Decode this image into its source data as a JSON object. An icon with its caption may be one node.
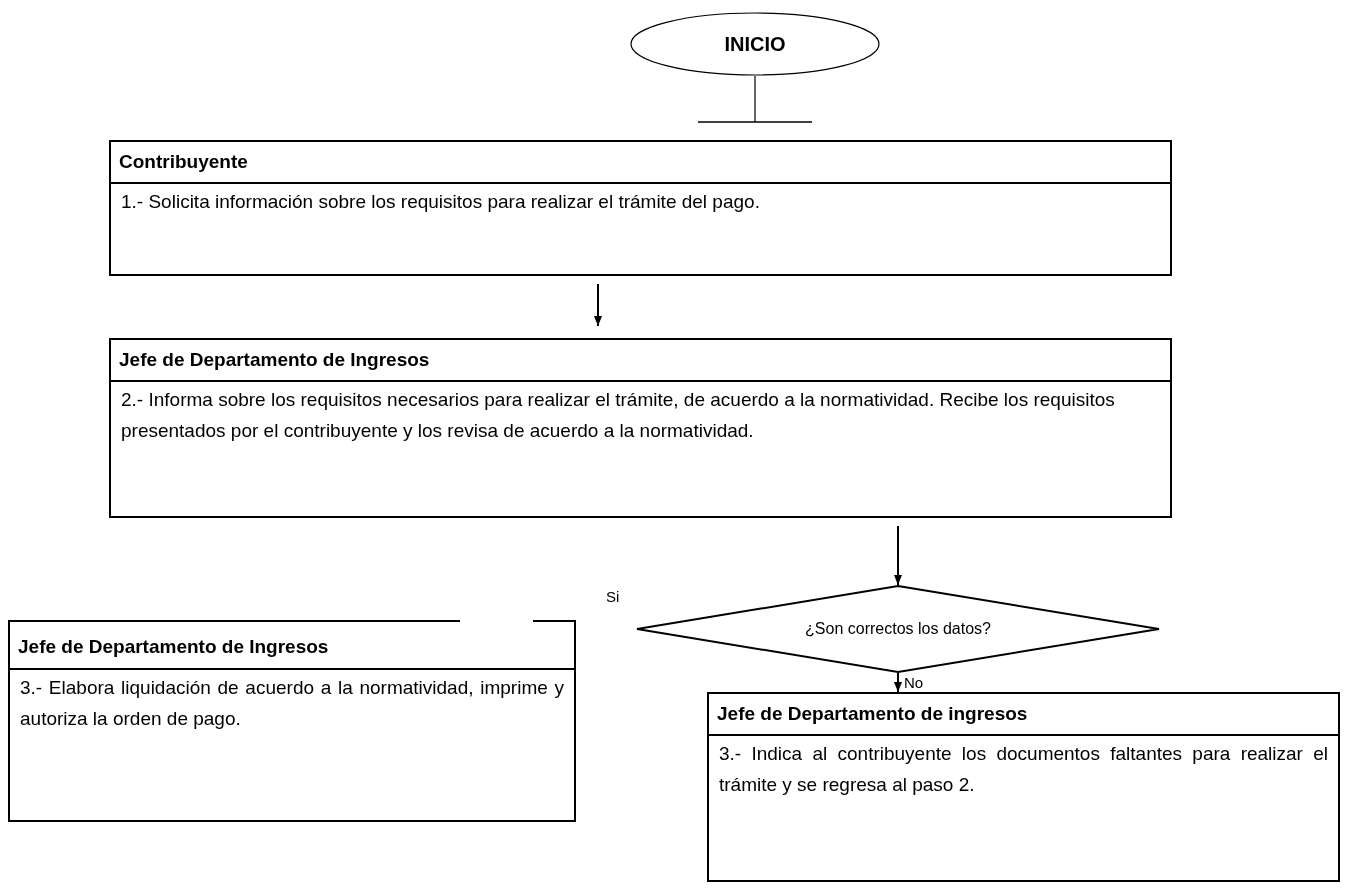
{
  "diagram": {
    "nodes": [
      {
        "text": [
          "INICIO"
        ]
      },
      {
        "text": [
          "Contribuyente",
          "1.- Solicita información sobre los requisitos para realizar el trámite del pago."
        ]
      },
      {
        "text": [
          "Jefe de Departamento de Ingresos",
          "2.- Informa sobre los requisitos necesarios para realizar el trámite, de acuerdo a la normatividad. Recibe los requisitos presentados por el contribuyente y los revisa de acuerdo a la normatividad."
        ]
      },
      {
        "text": [
          "¿Son correctos los datos?"
        ]
      },
      {
        "text": [
          "Jefe de Departamento de Ingresos",
          "3.- Elabora liquidación de acuerdo a la normatividad, imprime y autoriza la orden de pago."
        ]
      },
      {
        "text": [
          "Jefe de Departamento de ingresos",
          "3.- Indica al contribuyente los documentos faltantes para realizar el trámite y se regresa al paso 2."
        ]
      }
    ],
    "edges": [
      {
        "from": 0,
        "to": 1,
        "arrow": "other"
      },
      {
        "from": 1,
        "to": 2,
        "arrow": "to"
      },
      {
        "from": 2,
        "to": 3,
        "arrow": "to"
      },
      {
        "from": 3,
        "to": 5,
        "arrow": "to",
        "label": "No"
      }
    ],
    "labels": [
      "Si"
    ]
  }
}
